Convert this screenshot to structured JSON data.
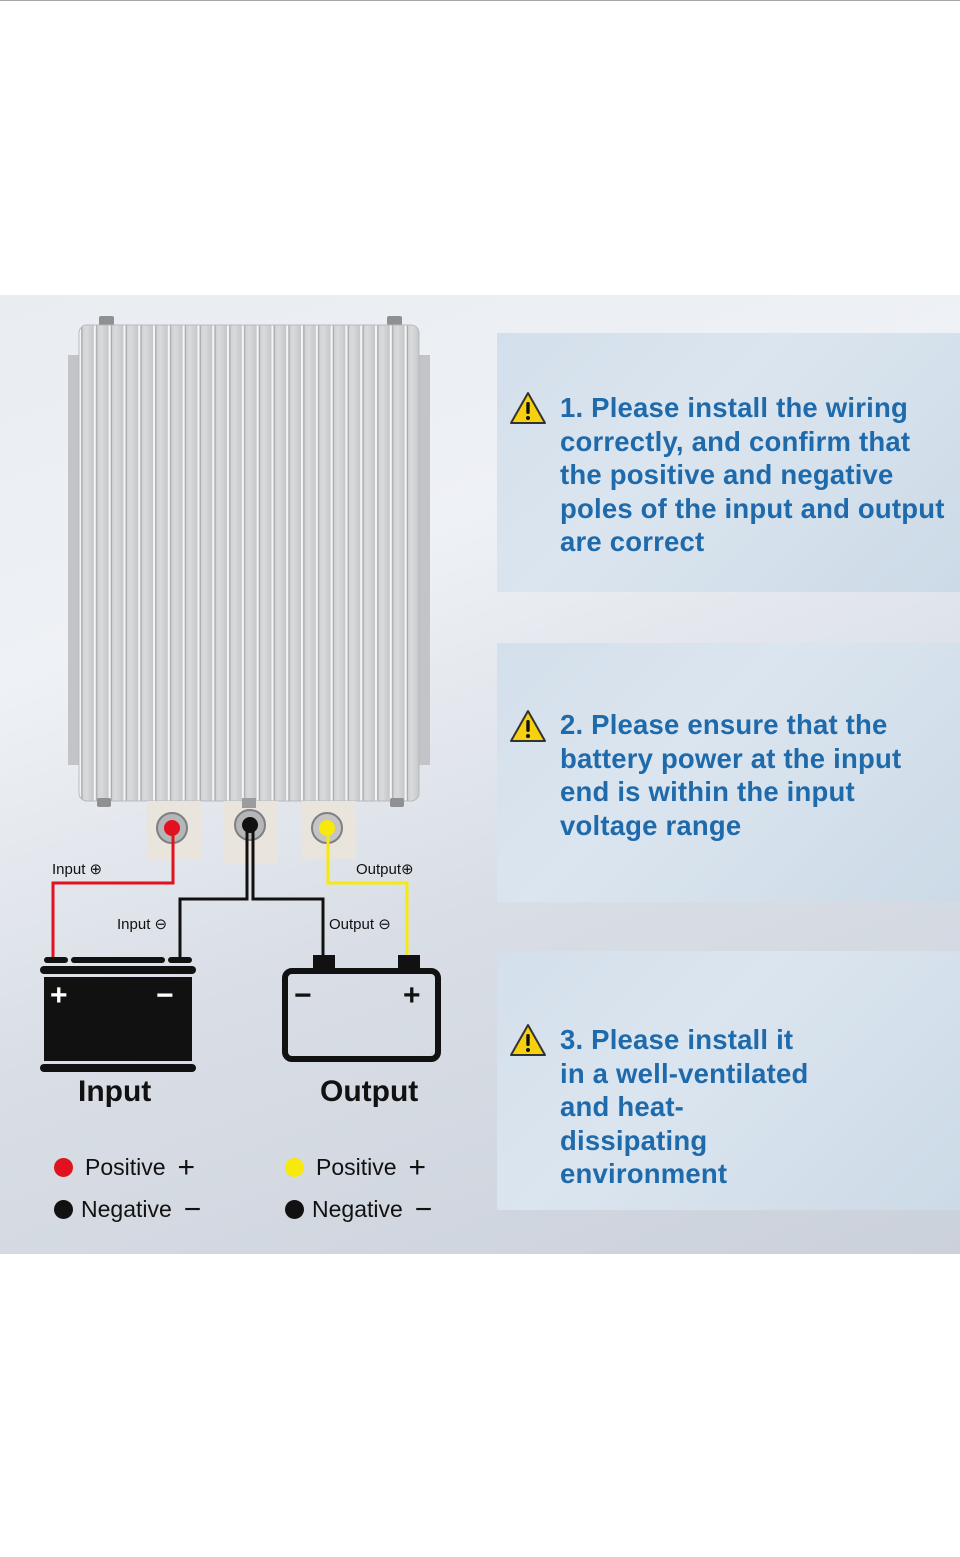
{
  "diagram": {
    "terminal_labels": {
      "input_positive": "Input ⊕",
      "input_negative": "Input ⊖",
      "output_positive": "Output⊕",
      "output_negative": "Output ⊖"
    },
    "batteries": {
      "input": {
        "title": "Input",
        "left_sign": "+",
        "right_sign": "−"
      },
      "output": {
        "title": "Output",
        "left_sign": "−",
        "right_sign": "+"
      }
    },
    "legend": {
      "input": [
        {
          "label": "Positive",
          "sign": "+",
          "color": "#e3101f"
        },
        {
          "label": "Negative",
          "sign": "−",
          "color": "#111111"
        }
      ],
      "output": [
        {
          "label": "Positive",
          "sign": "+",
          "color": "#f7e80d"
        },
        {
          "label": "Negative",
          "sign": "−",
          "color": "#111111"
        }
      ]
    },
    "wire_colors": {
      "positive_input": "#e3101f",
      "negative": "#111111",
      "positive_output": "#f7e80d"
    }
  },
  "notes": [
    {
      "icon": "warning-icon",
      "text": "1. Please install the wiring correctly, and confirm that the positive and negative poles of the input and output are correct"
    },
    {
      "icon": "warning-icon",
      "text": "2. Please ensure that the battery power at the input end is within the input voltage range"
    },
    {
      "icon": "warning-icon",
      "text": "3. Please install it in a well-ventilated and heat-dissipating environment"
    }
  ],
  "colors": {
    "note_text": "#1f6aab",
    "warning_fill": "#f5d10f"
  }
}
